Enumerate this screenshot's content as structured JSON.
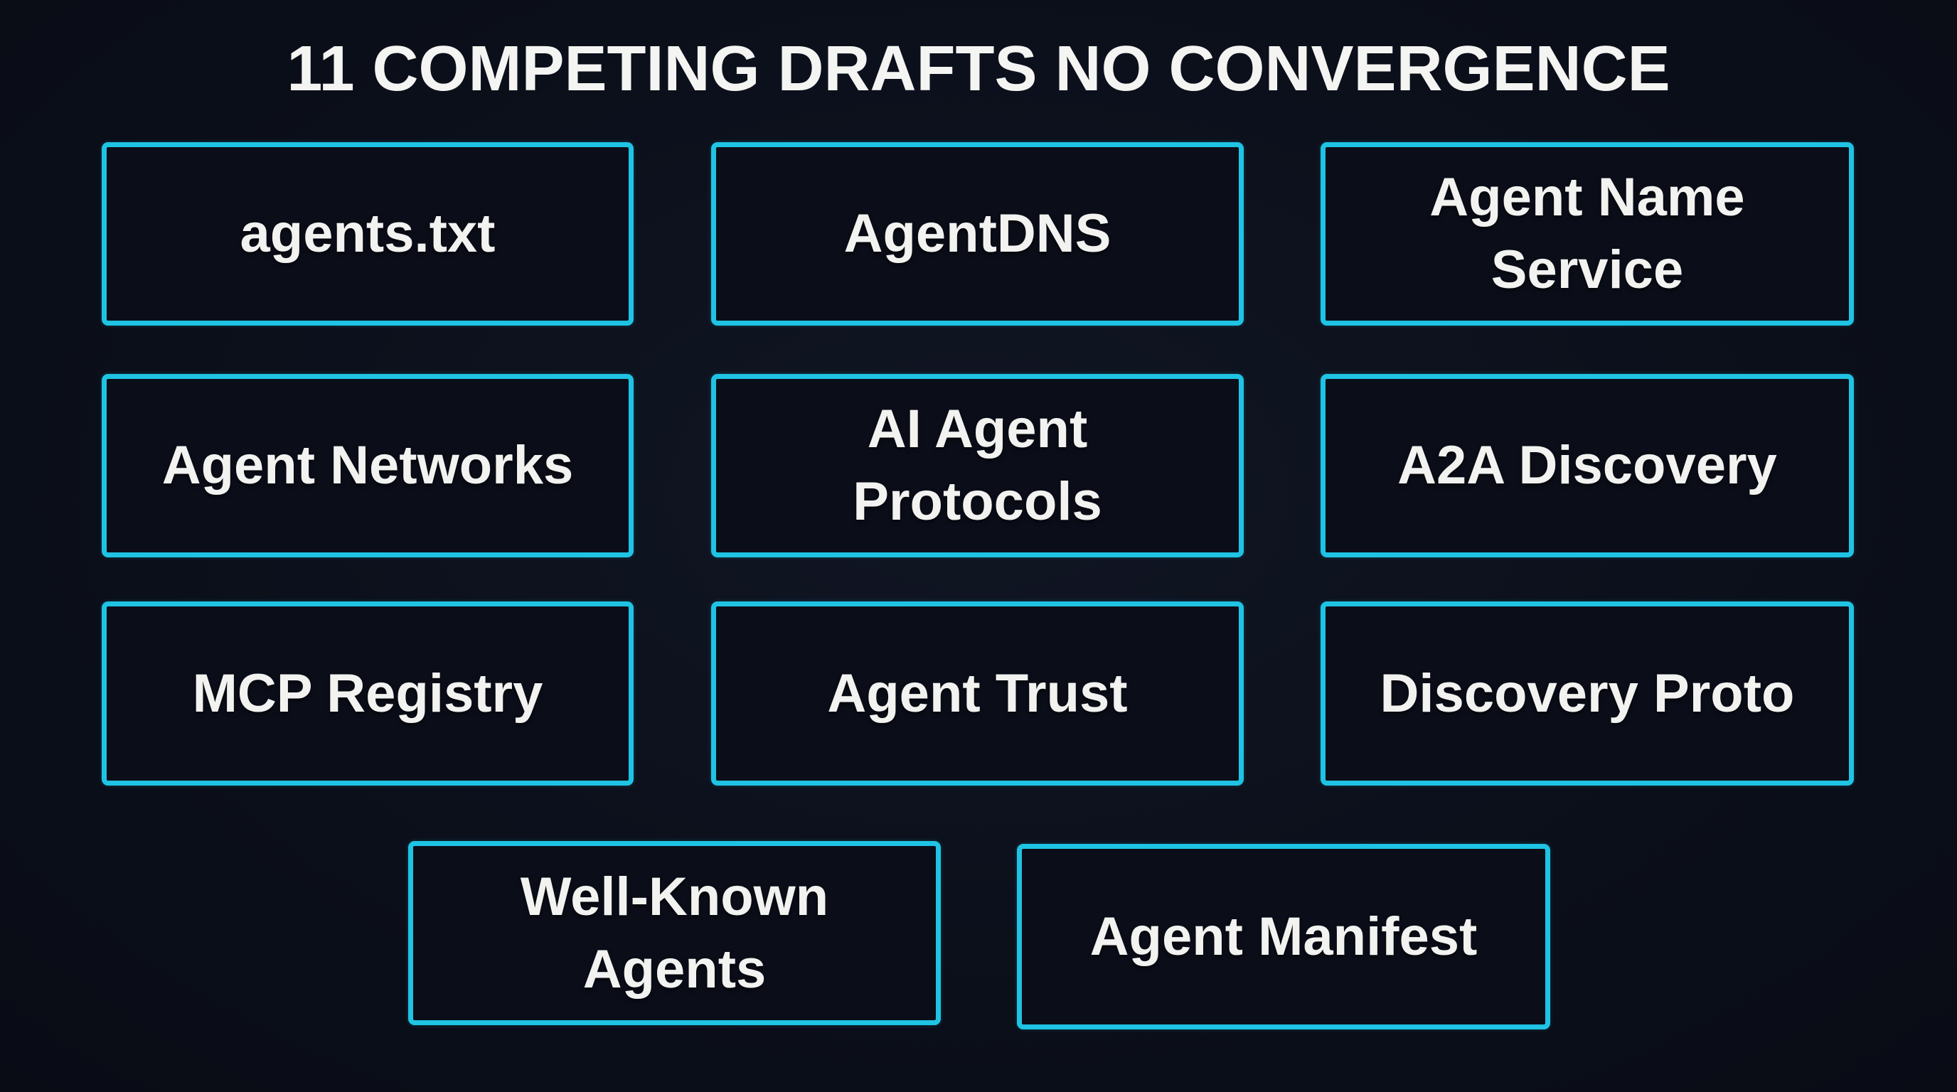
{
  "title": "11 COMPETING DRAFTS NO CONVERGENCE",
  "accent_color": "#1fc3e3",
  "background_color": "#0b0f1a",
  "drafts": [
    {
      "label": "agents.txt"
    },
    {
      "label": "AgentDNS"
    },
    {
      "label": "Agent Name\nService"
    },
    {
      "label": "Agent Networks"
    },
    {
      "label": "AI Agent\nProtocols"
    },
    {
      "label": "A2A Discovery"
    },
    {
      "label": "MCP Registry"
    },
    {
      "label": "Agent Trust"
    },
    {
      "label": "Discovery Proto"
    },
    {
      "label": "Well-Known\nAgents"
    },
    {
      "label": "Agent Manifest"
    }
  ]
}
